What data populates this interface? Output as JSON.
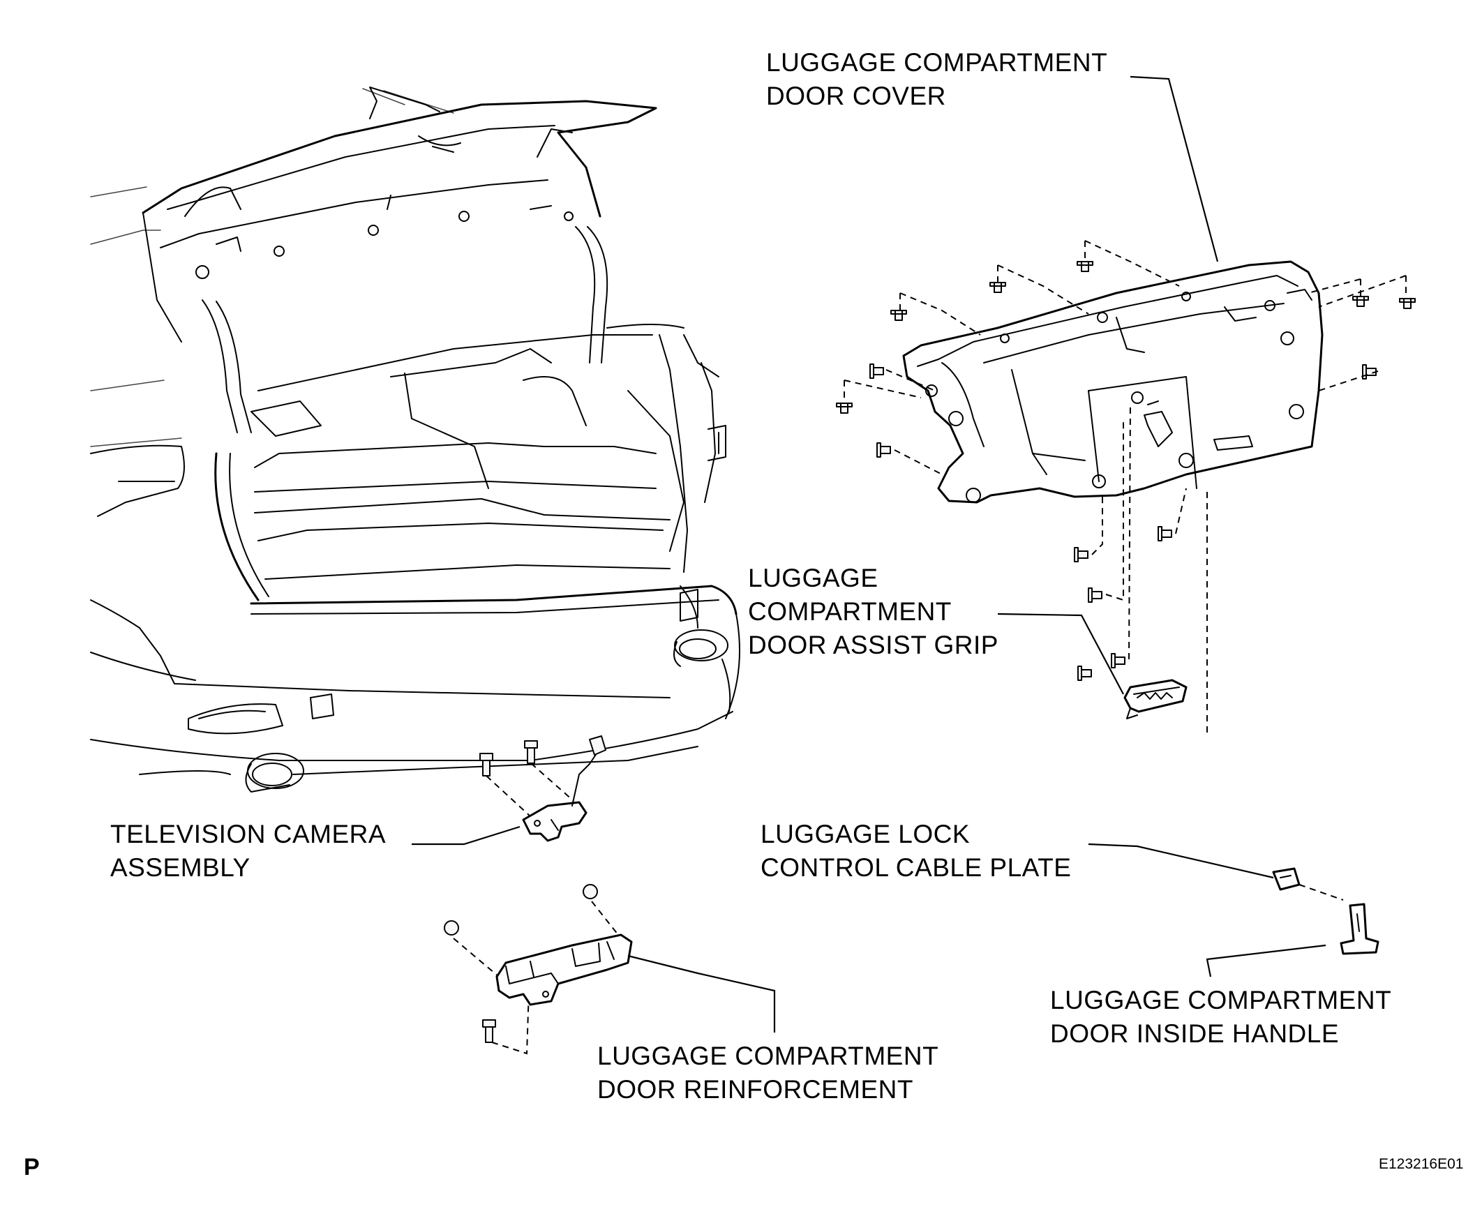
{
  "diagram": {
    "labels": {
      "door_cover": [
        "LUGGAGE COMPARTMENT",
        "DOOR COVER"
      ],
      "assist_grip": [
        "LUGGAGE",
        "COMPARTMENT",
        "DOOR ASSIST GRIP"
      ],
      "camera": [
        "TELEVISION CAMERA",
        "ASSEMBLY"
      ],
      "cable_plate": [
        "LUGGAGE LOCK",
        "CONTROL CABLE PLATE"
      ],
      "inside_handle": [
        "LUGGAGE COMPARTMENT",
        "DOOR INSIDE HANDLE"
      ],
      "reinforcement": [
        "LUGGAGE COMPARTMENT",
        "DOOR REINFORCEMENT"
      ]
    },
    "page_code": "P",
    "figure_id": "E123216E01"
  }
}
